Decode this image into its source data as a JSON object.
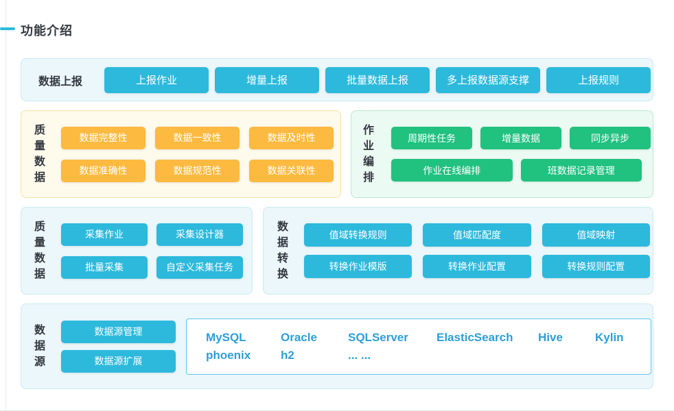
{
  "page": {
    "title": "功能介绍"
  },
  "colors": {
    "accent_blue": "#2bb9dc",
    "text_dark": "#33383f",
    "blue": "#2cb9dc",
    "orange": "#fcba40",
    "green": "#21c180",
    "blue_section_bg": "#ebf7fb",
    "blue_section_border": "#cbe9f3",
    "orange_section_bg": "#fefaec",
    "orange_section_border": "#f9e1a2",
    "green_section_bg": "#ebfaf2",
    "green_section_border": "#bce9d1",
    "db_text": "#2e9ed7",
    "db_box_border": "#5fc3e6"
  },
  "sections": {
    "report": {
      "label": "数据上报",
      "buttons": [
        "上报作业",
        "增量上报",
        "批量数据上报",
        "多上报数据源支撑",
        "上报规则"
      ]
    },
    "quality": {
      "label": "质量数据",
      "buttons": [
        "数据完整性",
        "数据一致性",
        "数据及时性",
        "数据准确性",
        "数据规范性",
        "数据关联性"
      ]
    },
    "orchestration": {
      "label": "作业编排",
      "row1": [
        "周期性任务",
        "增量数据",
        "同步异步"
      ],
      "row2": [
        "作业在线编排",
        "班数据记录管理"
      ]
    },
    "collection": {
      "label": "质量数据",
      "buttons": [
        "采集作业",
        "采集设计器",
        "批量采集",
        "自定义采集任务"
      ]
    },
    "transform": {
      "label": "数据转换",
      "buttons": [
        "值域转换规则",
        "值域匹配度",
        "值域映射",
        "转换作业模版",
        "转换作业配置",
        "转换规则配置"
      ]
    },
    "datasource": {
      "label": "数据源",
      "buttons": [
        "数据源管理",
        "数据源扩展"
      ],
      "db_names": [
        "MySQL",
        "Oracle",
        "SQLServer",
        "ElasticSearch",
        "Hive",
        "Kylin",
        "phoenix",
        "h2",
        "... ..."
      ]
    }
  }
}
